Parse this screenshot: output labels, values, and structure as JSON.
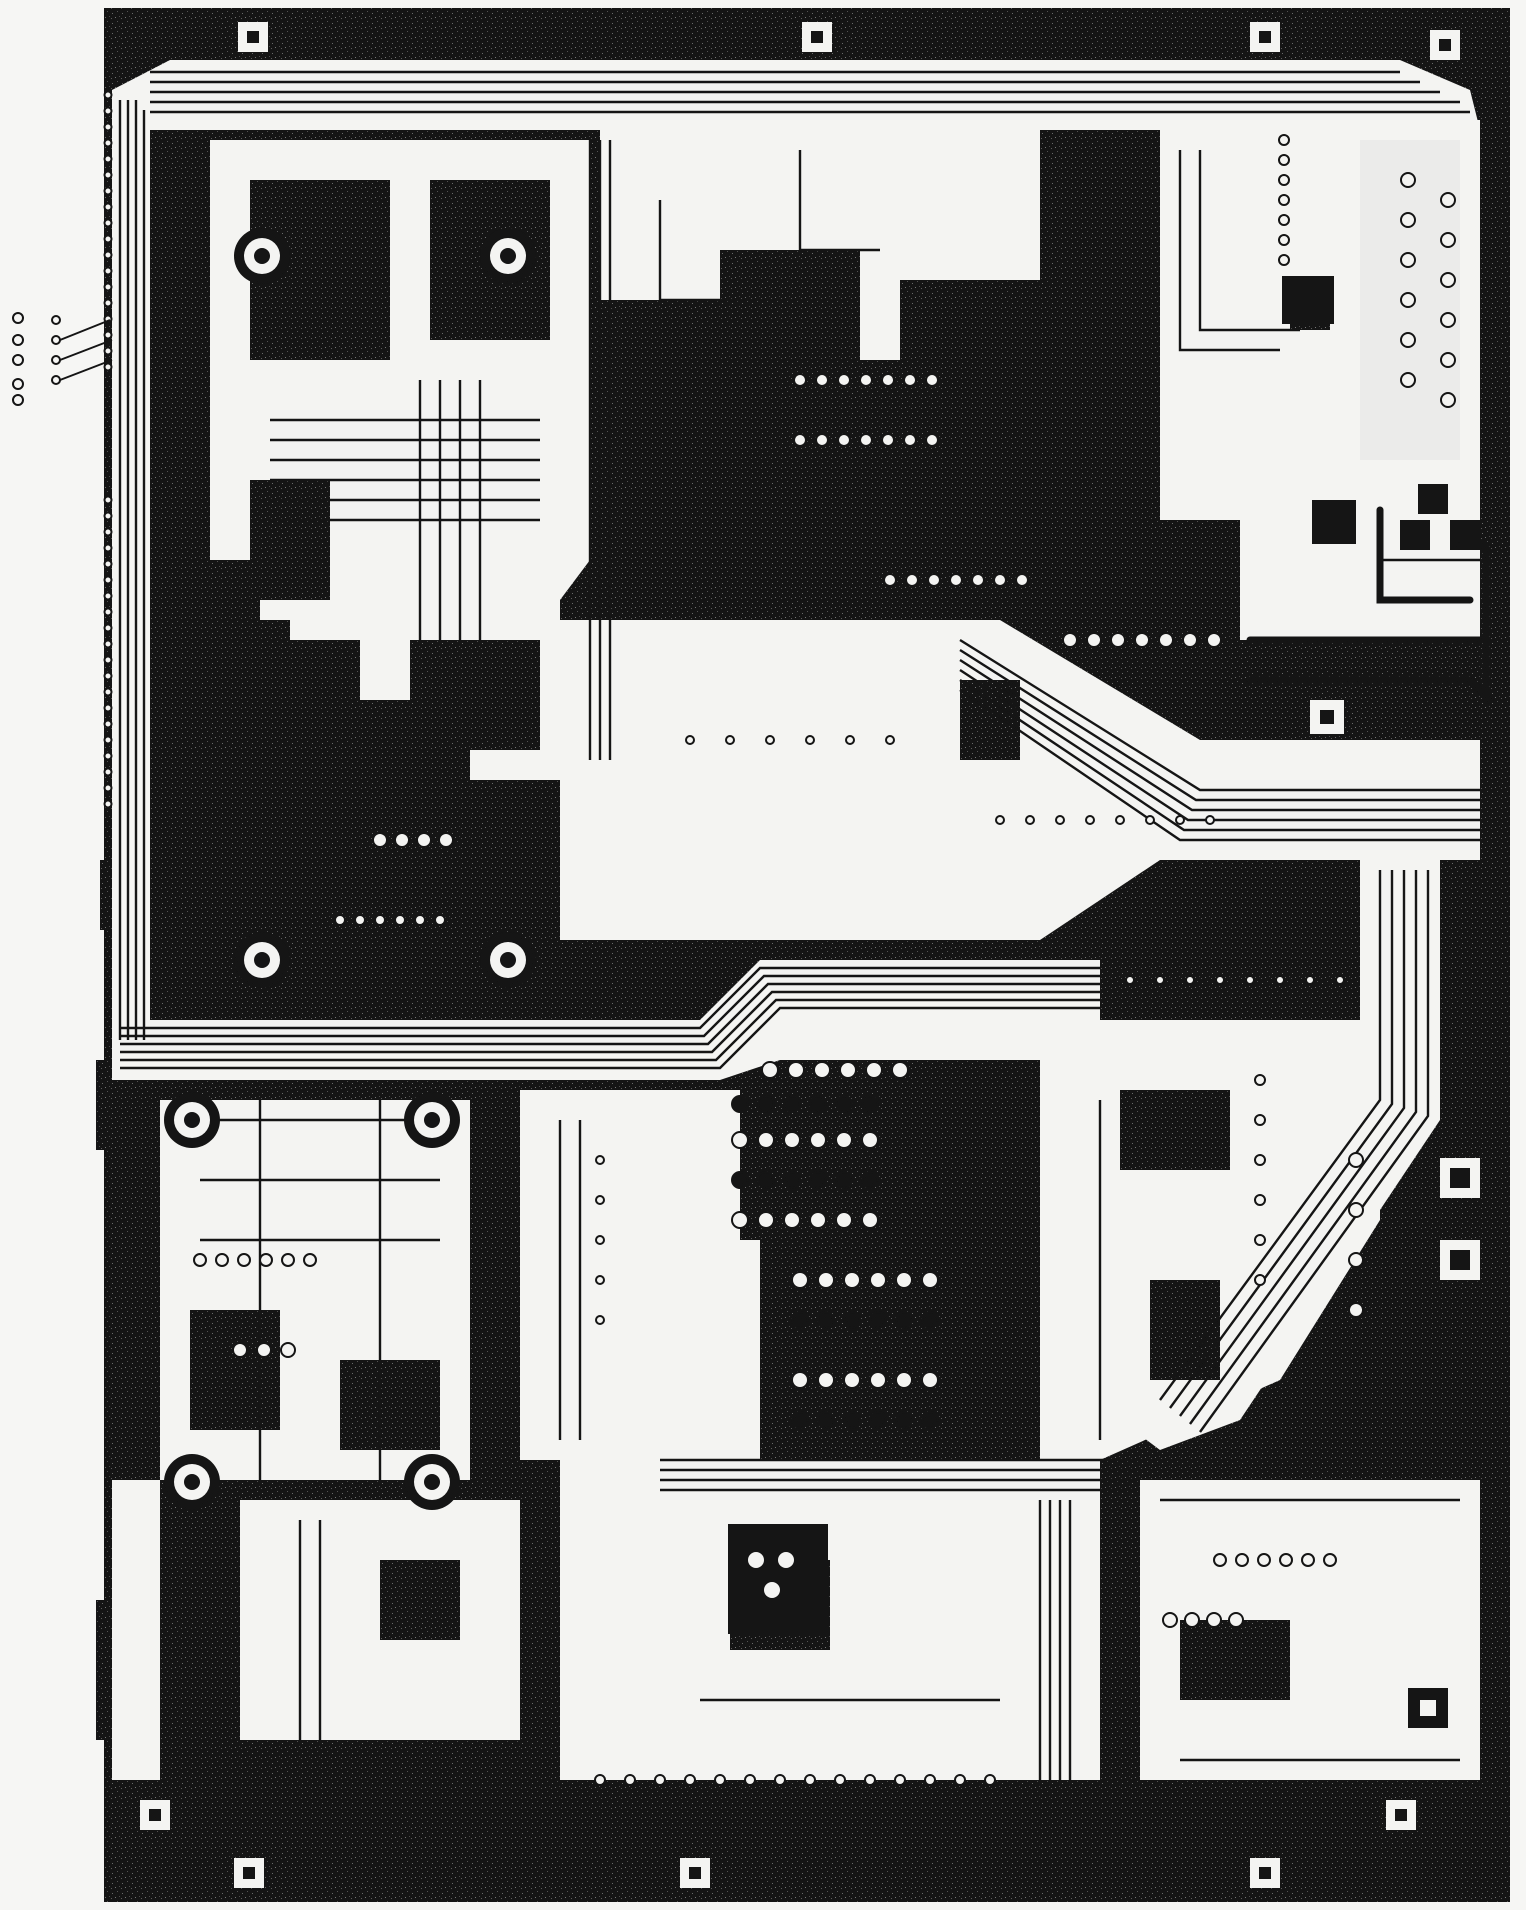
{
  "subject": "pcb-artwork",
  "colors": {
    "background": "#f6f6f4",
    "copper": "#151515",
    "trace": "#f4f4f2",
    "hole": "#ffffff"
  },
  "regions": {
    "top_ground_pour": "ground-pour",
    "upper_left_block": "component-block",
    "lower_left_block": "component-block",
    "center_ic_cluster": "ic-cluster",
    "right_bus_block": "bus-routing",
    "bottom_connector": "edge-connector"
  },
  "mounting_holes": 8,
  "edge_pads": 12
}
